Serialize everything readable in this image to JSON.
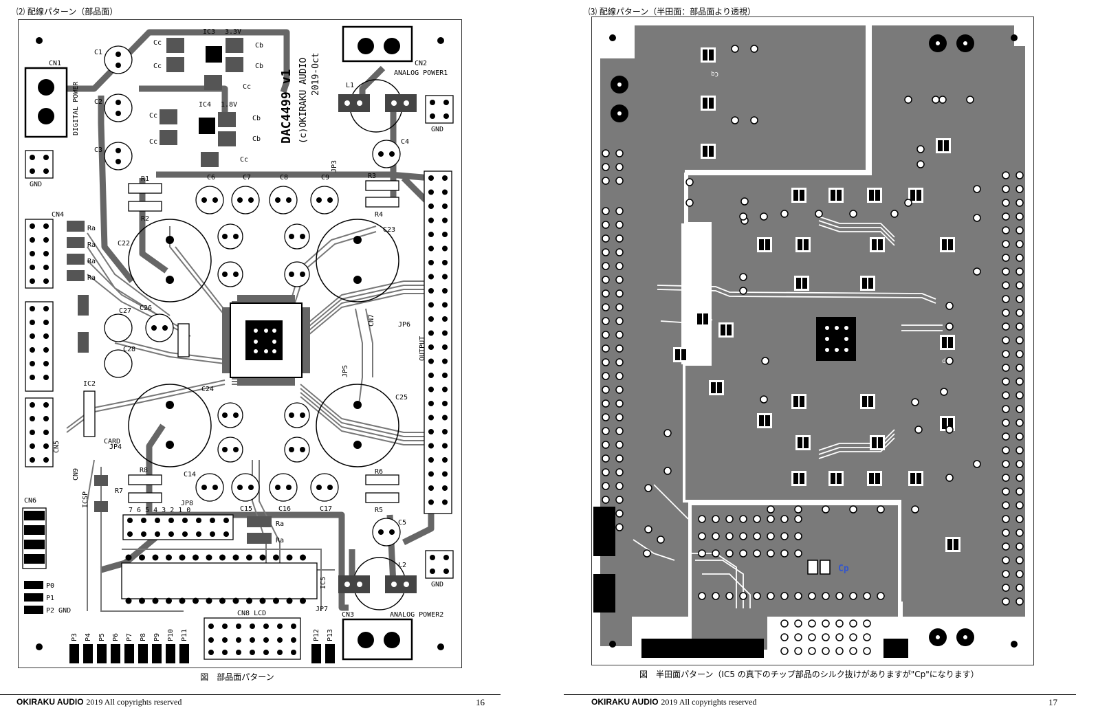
{
  "left_page": {
    "heading": "⑵ 配線パターン（部品面）",
    "caption": "図　部品面パターン",
    "footer_brand": "OKIRAKU AUDIO",
    "footer_copy": "2019 All copyrights reserved",
    "page_number": "16",
    "board": {
      "title": "DAC4499 v1",
      "maker": "(c)OKIRAKU AUDIO",
      "date": "2019-Oct",
      "labels": {
        "cn1": "CN1",
        "digital_power": "DIGITAL POWER",
        "cn2": "CN2",
        "analog_power1": "ANALOG POWER1",
        "cn3": "CN3",
        "analog_power2": "ANALOG POWER2",
        "gnd": "GND",
        "ic3": "IC3",
        "v33": "3.3V",
        "ic4": "IC4",
        "v18": "1.8V",
        "ic2": "IC2",
        "ic5": "IC5",
        "cn4": "CN4",
        "cn5": "CN5",
        "cn6": "CN6",
        "cn7": "CN7",
        "cn8": "CN8 LCD",
        "cn9": "CN9",
        "output": "OUTPUT",
        "jp3": "JP3",
        "jp4": "JP4",
        "jp5": "JP5",
        "jp6": "JP6",
        "jp7": "JP7",
        "jp8": "JP8",
        "l1": "L1",
        "l2": "L2",
        "c1": "C1",
        "c2": "C2",
        "c3": "C3",
        "c4": "C4",
        "c5": "C5",
        "c6": "C6",
        "c7": "C7",
        "c8": "C8",
        "c9": "C9",
        "c14": "C14",
        "c15": "C15",
        "c16": "C16",
        "c17": "C17",
        "c22": "C22",
        "c23": "C23",
        "c24": "C24",
        "c25": "C25",
        "c26": "C26",
        "c27": "C27",
        "c28": "C28",
        "r1": "R1",
        "r2": "R2",
        "r3": "R3",
        "r4": "R4",
        "r5": "R5",
        "r6": "R6",
        "r7": "R7",
        "r8": "R8",
        "card": "CARD",
        "icsp": "ICSP",
        "cc": "Cc",
        "cb": "Cb",
        "ra": "Ra",
        "p0": "P0",
        "p1": "P1",
        "p2gnd": "P2 GND",
        "p3": "P3",
        "p4": "P4",
        "p5": "P5",
        "p6": "P6",
        "p7": "P7",
        "p8": "P8",
        "p9": "P9",
        "p10": "P10",
        "p11": "P11",
        "p12": "P12",
        "p13": "P13",
        "jp8_pins": "7 6 5 4 3 2 1 0"
      }
    }
  },
  "right_page": {
    "heading": "⑶ 配線パターン（半田面：部品面より透視）",
    "caption": "図　半田面パターン（IC5 の真下のチップ部品のシルク抜けがありますが\"Cp\"になります）",
    "footer_brand": "OKIRAKU AUDIO",
    "footer_copy": "2019 All copyrights reserved",
    "page_number": "17",
    "board": {
      "cp_label": "Cp",
      "cq_label": "Cq",
      "rp_label": "Rp"
    }
  },
  "colors": {
    "copper": "#7a7a7a",
    "trace": "#555555",
    "pad": "#000000",
    "cp_blue": "#3355cc"
  }
}
